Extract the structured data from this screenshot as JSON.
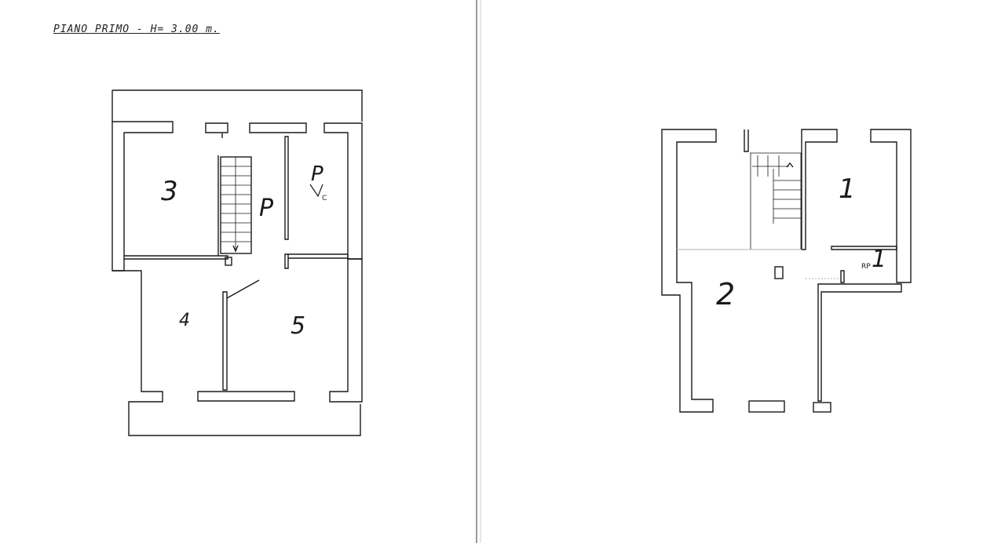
{
  "plan_left": {
    "heading": "PIANO PRIMO - H= 3.00 m.",
    "rooms": {
      "r3": "3",
      "r4": "4",
      "r5": "5",
      "p": "P",
      "c": "C"
    }
  },
  "plan_right": {
    "rooms": {
      "r1": "1",
      "r2": "2",
      "rp": "RP"
    }
  },
  "colors": {
    "ink": "#1a1a1a",
    "paper": "#ffffff",
    "divider": "#9a9a9a"
  }
}
